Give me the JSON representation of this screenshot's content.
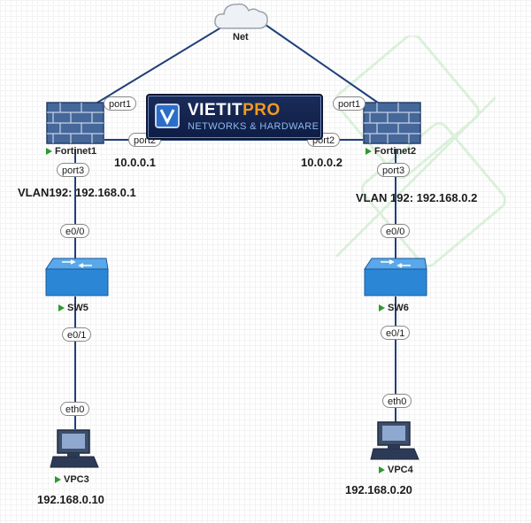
{
  "cloud": {
    "label": "Net"
  },
  "logo": {
    "brand_main": "VIETIT",
    "brand_accent": "PRO",
    "tagline": "NETWORKS & HARDWARE"
  },
  "fortinet1": {
    "label": "Fortinet1",
    "ports": {
      "port1": "port1",
      "port2": "port2",
      "port3": "port3"
    },
    "ip": "10.0.0.1",
    "vlan": "VLAN192: 192.168.0.1"
  },
  "fortinet2": {
    "label": "Fortinet2",
    "ports": {
      "port1": "port1",
      "port2": "port2",
      "port3": "port3"
    },
    "ip": "10.0.0.2",
    "vlan": "VLAN 192: 192.168.0.2"
  },
  "sw5": {
    "label": "SW5",
    "port_up": "e0/0",
    "port_down": "e0/1"
  },
  "sw6": {
    "label": "SW6",
    "port_up": "e0/0",
    "port_down": "e0/1"
  },
  "vpc3": {
    "label": "VPC3",
    "port": "eth0",
    "ip": "192.168.0.10"
  },
  "vpc4": {
    "label": "VPC4",
    "port": "eth0",
    "ip": "192.168.0.20"
  },
  "colors": {
    "status_green": "#2e9a2e",
    "switch_blue": "#2b87d6",
    "firewall_brick": "#3f5f8f",
    "logo_navy": "#0e1d44",
    "logo_orange": "#f39a1e"
  }
}
